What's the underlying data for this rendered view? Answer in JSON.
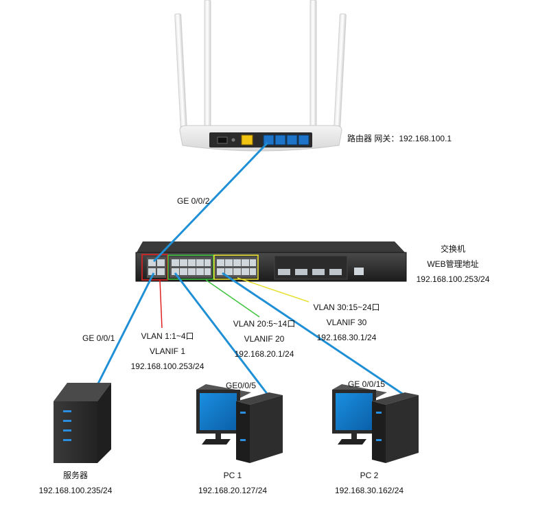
{
  "router": {
    "label": "路由器  网关：192.168.100.1"
  },
  "uplink": {
    "port_label": "GE 0/0/2"
  },
  "switch": {
    "title": "交换机",
    "subtitle": "WEB管理地址",
    "address": "192.168.100.253/24"
  },
  "vlans": [
    {
      "name": "VLAN 1:1~4口",
      "vlanif": "VLANIF 1",
      "ip": "192.168.100.253/24",
      "color": "#e02020"
    },
    {
      "name": "VLAN 20:5~14口",
      "vlanif": "VLANIF 20",
      "ip": "192.168.20.1/24",
      "color": "#3ec23e"
    },
    {
      "name": "VLAN 30:15~24口",
      "vlanif": "VLANIF 30",
      "ip": "192.168.30.1/24",
      "color": "#e8e030"
    }
  ],
  "links": {
    "server_port": "GE 0/0/1",
    "pc1_port": "GE0/0/5",
    "pc2_port": "GE 0/0/15",
    "cable_color": "#1f8fd6"
  },
  "devices": {
    "server": {
      "name": "服务器",
      "ip": "192.168.100.235/24"
    },
    "pc1": {
      "name": "PC 1",
      "ip": "192.168.20.127/24"
    },
    "pc2": {
      "name": "PC 2",
      "ip": "192.168.30.162/24"
    }
  }
}
